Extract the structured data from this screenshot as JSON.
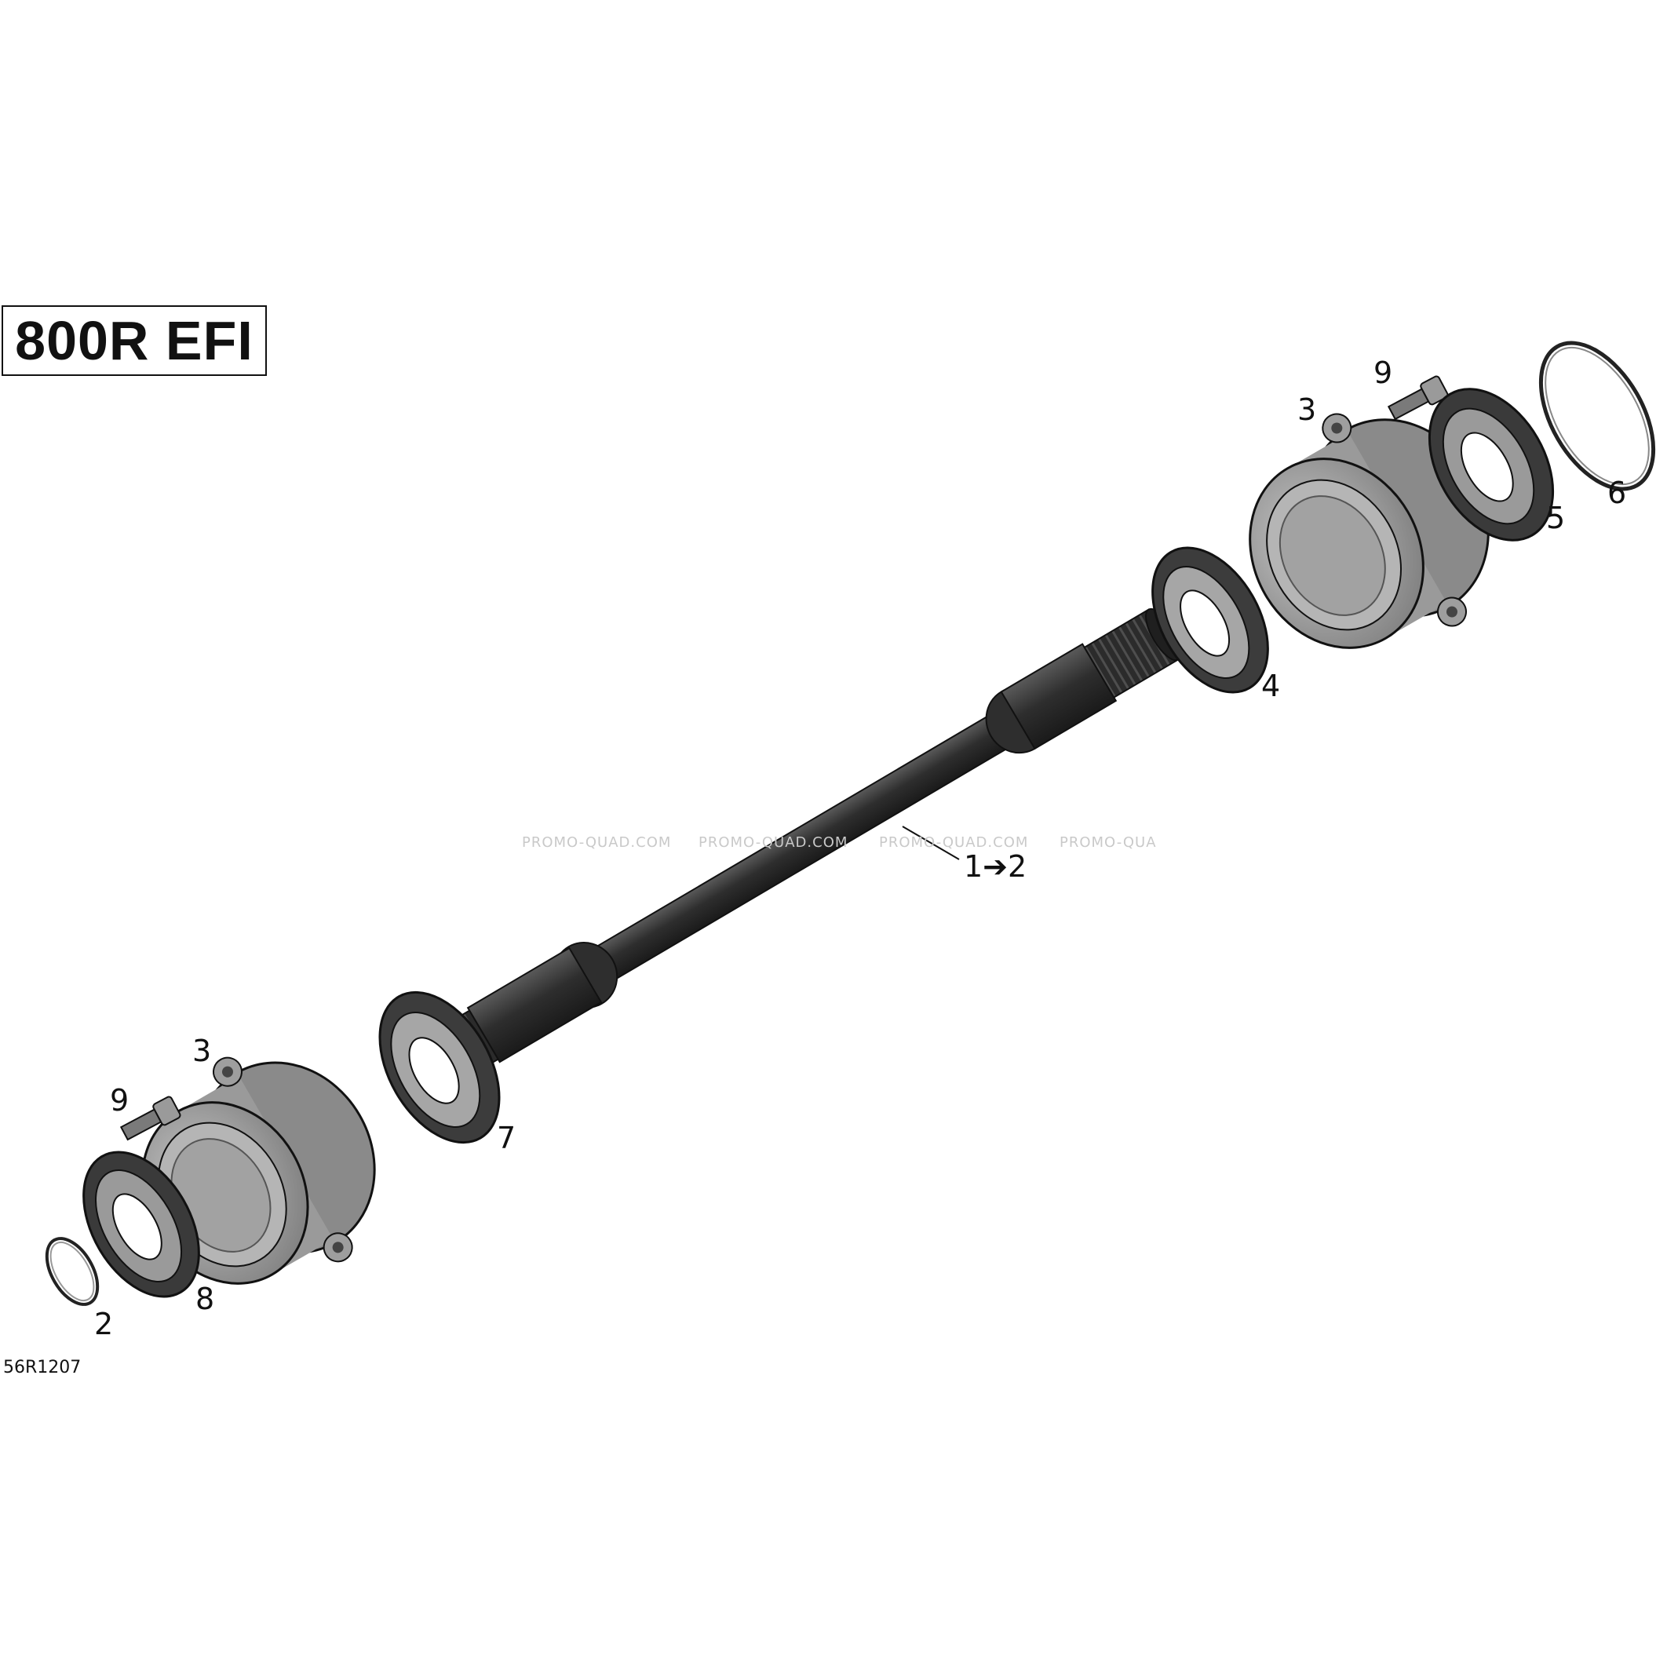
{
  "model_label": "800R EFI",
  "figure_code": "56R1207",
  "watermark_text": "PROMO-QUAD.COM",
  "watermark_partial": "PROMO-QUA",
  "callouts": {
    "shaft": "1➔2",
    "circlip_left": "2",
    "housing_left": "3",
    "housing_right": "3",
    "seal_shaft_right": "4",
    "seal_right": "5",
    "ring_right": "6",
    "seal_shaft_left": "7",
    "seal_left": "8",
    "bolt_left": "9",
    "bolt_right": "9"
  },
  "colors": {
    "shaft_dark": "#2a2a2a",
    "shaft_mid": "#4a4a4a",
    "housing": "#8e8e8e",
    "housing_light": "#bdbdbd",
    "seal_dark": "#3c3c3c",
    "seal_face": "#9a9a9a",
    "outline": "#111111"
  }
}
